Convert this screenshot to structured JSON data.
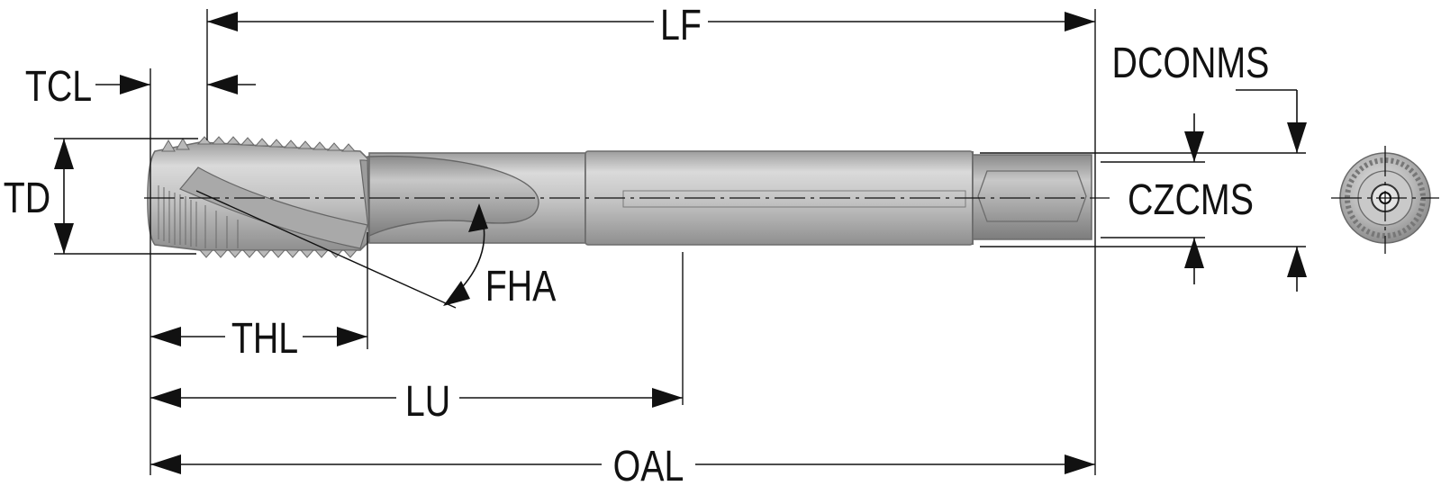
{
  "figure": {
    "labels": {
      "lf": "LF",
      "tcl": "TCL",
      "td": "TD",
      "dconms": "DCONMS",
      "czcms": "CZCMS",
      "fha": "FHA",
      "thl": "THL",
      "lu": "LU",
      "oal": "OAL"
    }
  }
}
